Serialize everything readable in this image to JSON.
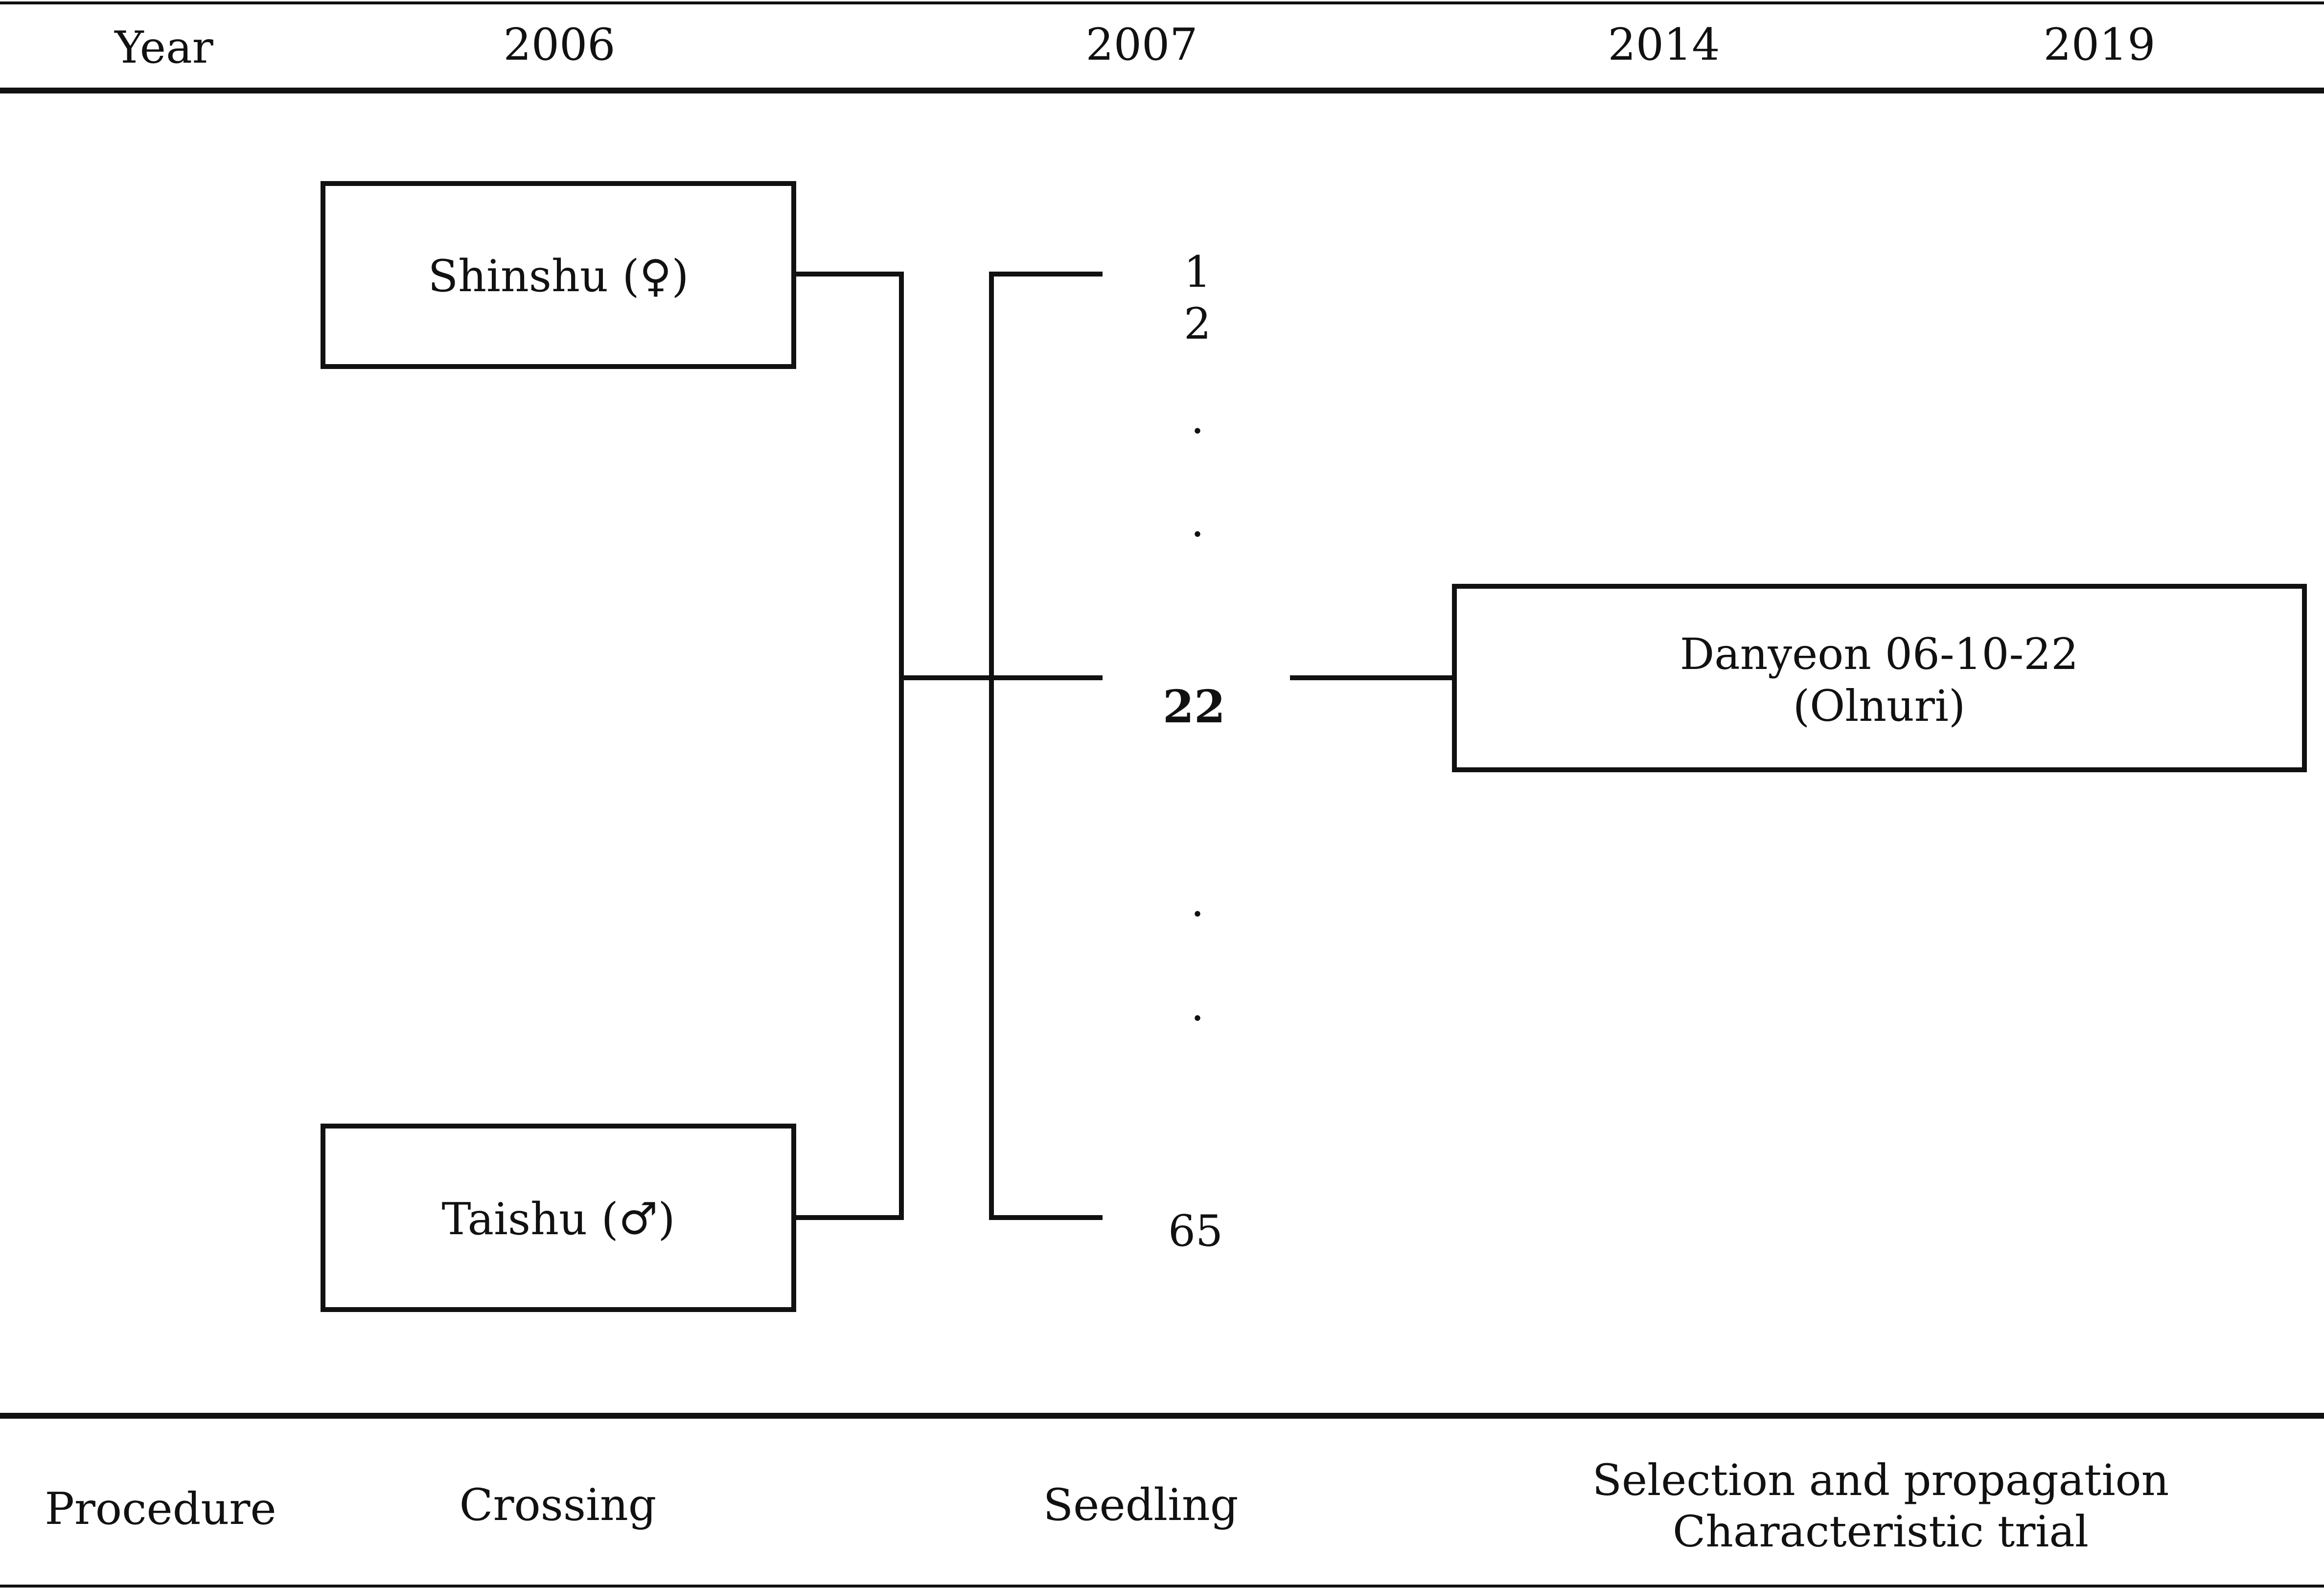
{
  "header": {
    "year_label": "Year",
    "years": [
      "2006",
      "2007",
      "2014",
      "2019"
    ]
  },
  "parents": {
    "female": "Shinshu (♀)",
    "male": "Taishu (♂)"
  },
  "seedlings": {
    "first": "1",
    "second": "2",
    "dot": ".",
    "selected": "22",
    "last": "65"
  },
  "selection": {
    "line1": "Danyeon 06-10-22",
    "line2": "(Olnuri)"
  },
  "footer": {
    "procedure_label": "Procedure",
    "crossing": "Crossing",
    "seedling": "Seedling",
    "selection_line1": "Selection and propagation",
    "selection_line2": "Characteristic trial"
  },
  "colors": {
    "line": "#111111",
    "background": "#ffffff"
  }
}
